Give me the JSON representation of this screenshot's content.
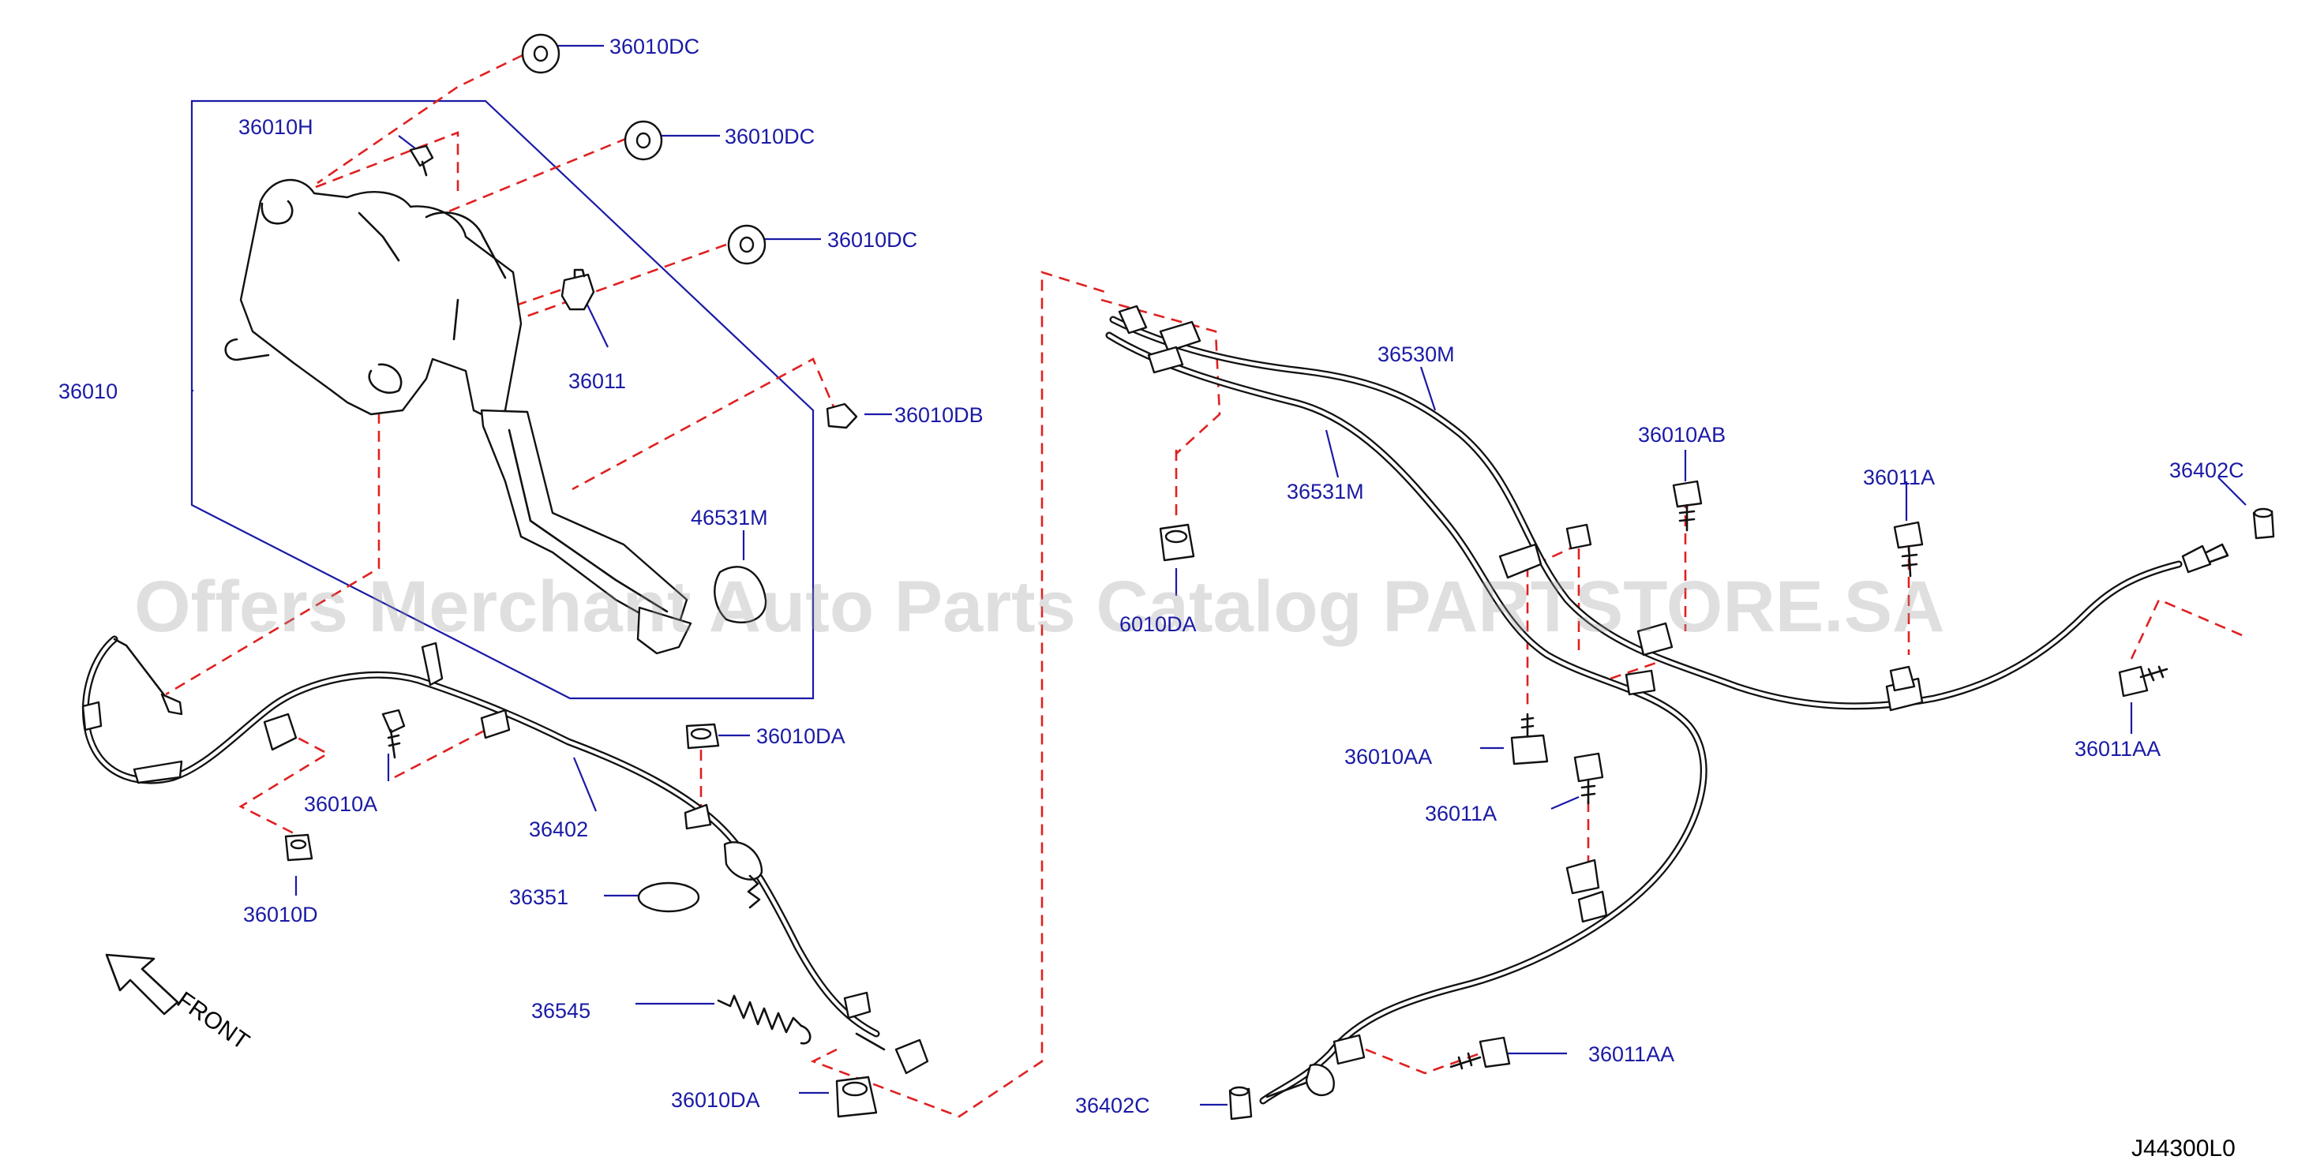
{
  "watermark": "Offers Merchant Auto Parts Catalog PARTSTORE.SA",
  "diagram_code": "J44300L0",
  "front_label": "FRONT",
  "labels": {
    "p36010DC_1": "36010DC",
    "p36010DC_2": "36010DC",
    "p36010DC_3": "36010DC",
    "p36010H": "36010H",
    "p36010": "36010",
    "p36011": "36011",
    "p36010DB": "36010DB",
    "p46531M": "46531M",
    "p36010A": "36010A",
    "p36402": "36402",
    "p36010DA_1": "36010DA",
    "p36010D": "36010D",
    "p36351": "36351",
    "p36545": "36545",
    "p36010DA_2": "36010DA",
    "p36530M": "36530M",
    "p36531M": "36531M",
    "p6010DA": "6010DA",
    "p36010AB": "36010AB",
    "p36011A_1": "36011A",
    "p36402C_1": "36402C",
    "p36010AA": "36010AA",
    "p36011A_2": "36011A",
    "p36011AA_1": "36011AA",
    "p36011AA_2": "36011AA",
    "p36402C_2": "36402C"
  },
  "colors": {
    "label_blue": "#1a1aa6",
    "dash_red": "#e02020",
    "line_black": "#111111"
  }
}
